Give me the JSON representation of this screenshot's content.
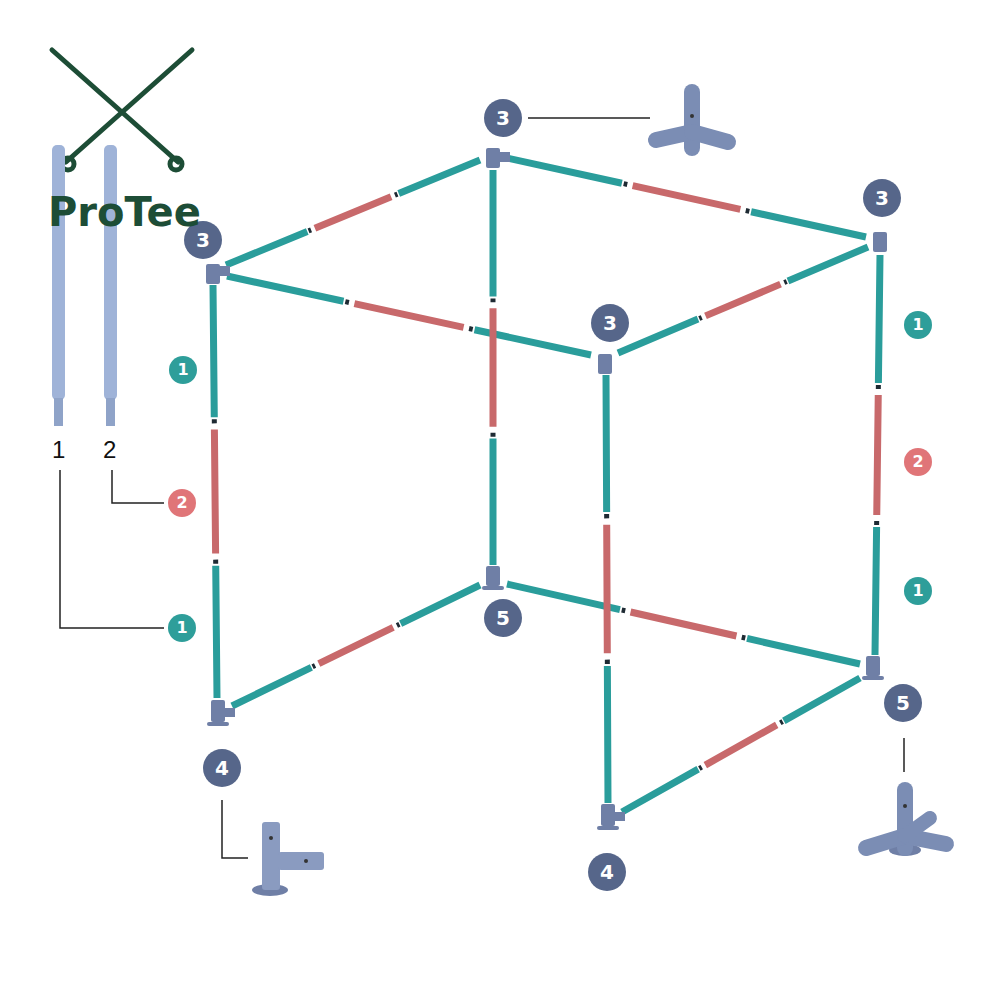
{
  "diagram": {
    "nodes": [
      {
        "text": [
          "3"
        ]
      },
      {
        "text": [
          "3"
        ]
      },
      {
        "text": [
          "3"
        ]
      },
      {
        "text": [
          "3"
        ]
      },
      {
        "text": [
          "1"
        ]
      },
      {
        "text": [
          "1"
        ]
      },
      {
        "text": [
          "2"
        ]
      },
      {
        "text": [
          "2"
        ]
      },
      {
        "text": [
          "1"
        ]
      },
      {
        "text": [
          "5"
        ]
      },
      {
        "text": [
          "1"
        ]
      },
      {
        "text": [
          "5"
        ]
      },
      {
        "text": [
          "4"
        ]
      },
      {
        "text": [
          "4"
        ]
      }
    ],
    "labels": [
      "ProTee",
      "1",
      "2"
    ]
  }
}
